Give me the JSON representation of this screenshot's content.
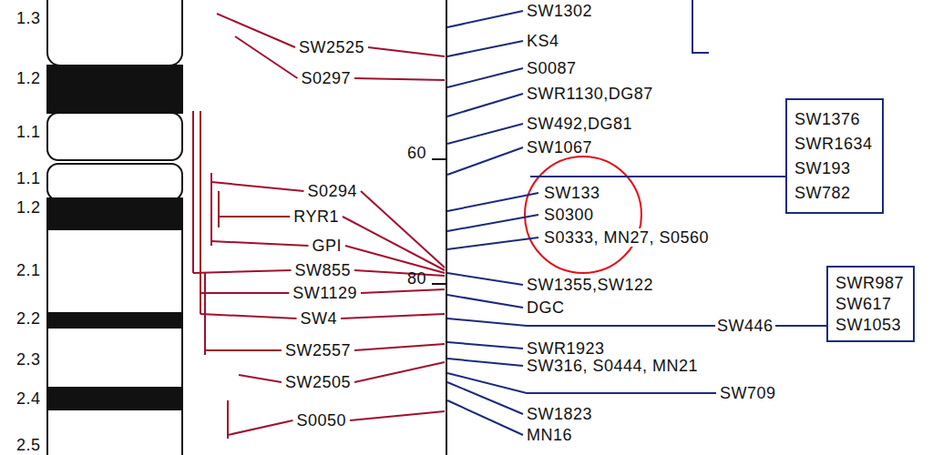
{
  "diagram": {
    "nodes": [
      {
        "text": [
          "SW1376",
          "SWR1634",
          "SW193",
          "SW782"
        ]
      },
      {
        "text": [
          "SWR987",
          "SW617",
          "SW1053"
        ]
      }
    ],
    "labels": [
      "1.3",
      "1.2",
      "1.1",
      "1.1",
      "1.2",
      "2.1",
      "2.2",
      "2.3",
      "2.4",
      "2.5",
      "SW2525",
      "S0297",
      "S0294",
      "RYR1",
      "GPI",
      "SW855",
      "SW1129",
      "SW4",
      "SW2557",
      "SW2505",
      "S0050",
      "60",
      "80",
      "SW1302",
      "KS4",
      "S0087",
      "SWR1130,DG87",
      "SW492,DG81",
      "SW1067",
      "SW133",
      "S0300",
      "S0333, MN27, S0560",
      "SW1355,SW122",
      "DGC",
      "SW446",
      "SWR1923",
      "SW316, S0444, MN21",
      "SW709",
      "SW1823",
      "MN16"
    ]
  }
}
